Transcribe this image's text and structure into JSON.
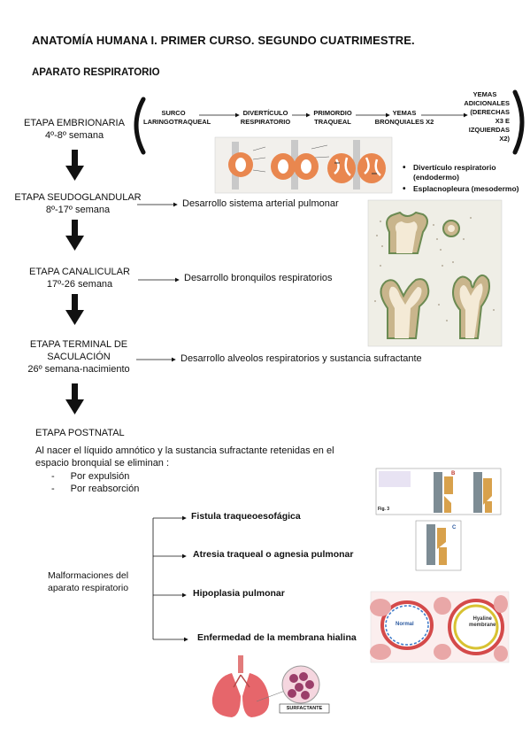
{
  "header": {
    "title": "ANATOMÍA HUMANA I. PRIMER CURSO. SEGUNDO CUATRIMESTRE.",
    "section": "APARATO RESPIRATORIO"
  },
  "stages": [
    {
      "name": "ETAPA EMBRIONARIA",
      "period": "4º-8º semana"
    },
    {
      "name": "ETAPA SEUDOGLANDULAR",
      "period": "8º-17º semana",
      "desc": "Desarrollo sistema arterial pulmonar"
    },
    {
      "name": "ETAPA CANALICULAR",
      "period": "17º-26 semana",
      "desc": "Desarrollo bronquilos respiratorios"
    },
    {
      "name": "ETAPA TERMINAL DE",
      "name2": "SACULACIÓN",
      "period": "26º semana-nacimiento",
      "desc": "Desarrollo alveolos respiratorios y sustancia sufractante"
    },
    {
      "name": "ETAPA POSTNATAL"
    }
  ],
  "embryo_flow": [
    {
      "line1": "SURCO",
      "line2": "LARINGOTRAQUEAL"
    },
    {
      "line1": "DIVERTÍCULO",
      "line2": "RESPIRATORIO"
    },
    {
      "line1": "PRIMORDIO",
      "line2": "TRAQUEAL"
    },
    {
      "line1": "YEMAS",
      "line2": "BRONQUIALES X2"
    }
  ],
  "yemas_adicionales": [
    "YEMAS",
    "ADICIONALES",
    "(DERECHAS",
    "X3 E",
    "IZQUIERDAS",
    "X2)"
  ],
  "origins": [
    "Divertículo respiratorio",
    "(endodermo)",
    "Esplacnopleura (mesodermo)"
  ],
  "postnatal": {
    "text": "Al nacer el líquido amnótico y la sustancia sufractante retenidas en el espacio bronquial se eliminan :",
    "items": [
      "Por expulsión",
      "Por reabsorción"
    ]
  },
  "malformations": {
    "label_line1": "Malformaciones del",
    "label_line2": "aparato respiratorio",
    "items": [
      "Fistula traqueoesofágica",
      "Atresia traqueal o agnesia pulmonar",
      "Hipoplasia pulmonar",
      "Enfermedad de la membrana hialina"
    ]
  },
  "figure_labels": {
    "normal": "Normal",
    "hyaline": "Hyaline",
    "membrane": "membrane",
    "surfactant": "SURFACTANTE",
    "fig3": "Fig. 3",
    "b": "B",
    "c": "C"
  }
}
